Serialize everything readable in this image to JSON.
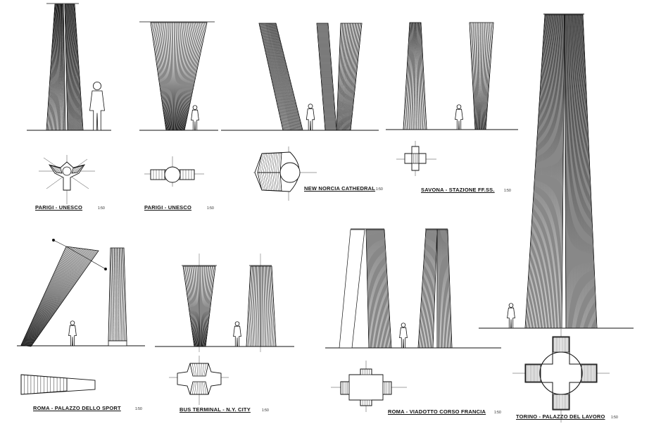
{
  "captions": {
    "parigi_unesco_1": "PARIGI - UNESCO",
    "parigi_unesco_1_scale": "1:50",
    "parigi_unesco_2": "PARIGI - UNESCO",
    "parigi_unesco_2_scale": "1:50",
    "new_norcia": "NEW NORCIA CATHEDRAL",
    "new_norcia_scale": "1:50",
    "savona": "SAVONA - STAZIONE FF.SS.",
    "savona_scale": "1:50",
    "roma_palazzo": "ROMA - PALAZZO DELLO SPORT",
    "roma_palazzo_scale": "1:50",
    "bus_terminal": "BUS TERMINAL - N.Y. CITY",
    "bus_terminal_scale": "1:50",
    "roma_viadotto": "ROMA - VIADOTTO CORSO FRANCIA",
    "roma_viadotto_scale": "1:50",
    "torino": "TORINO - PALAZZO DEL LAVORO",
    "torino_scale": "1:50"
  },
  "colors": {
    "ink": "#111111",
    "paper": "#ffffff"
  }
}
